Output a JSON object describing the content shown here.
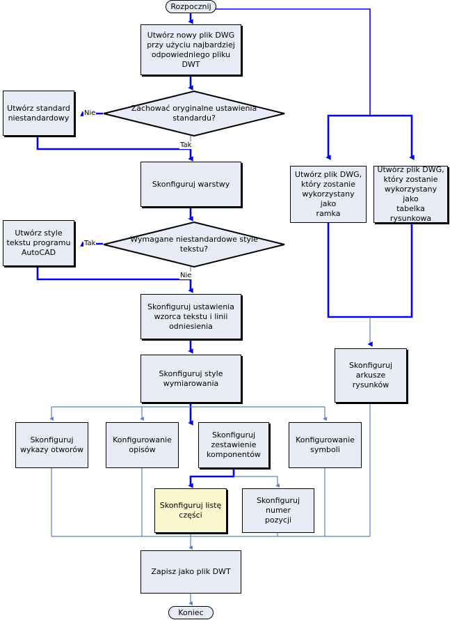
{
  "diagram": {
    "title": "Przeplyw pracy tworzenia pliku DWT",
    "type": "flowchart",
    "colors": {
      "node_fill": "#e8ecf7",
      "node_highlight_fill": "#fbf8cd",
      "node_border": "#000000",
      "edge_primary": "#0000ee",
      "edge_secondary": "#5a7fbf",
      "background": "#ffffff"
    }
  },
  "nodes": [
    {
      "id": "start",
      "shape": "terminator",
      "label": "Rozpocznij"
    },
    {
      "id": "create_dwg",
      "shape": "process",
      "label": "Utwórz nowy plik DWG\nprzy użyciu najbardziej\nodpowiedniego pliku\nDWT"
    },
    {
      "id": "keep_std",
      "shape": "decision",
      "label": "Zachować oryginalne ustawienia\nstandardu?"
    },
    {
      "id": "custom_std",
      "shape": "process",
      "label": "Utwórz standard\nniestandardowy"
    },
    {
      "id": "layers",
      "shape": "process",
      "label": "Skonfiguruj warstwy"
    },
    {
      "id": "text_styles_q",
      "shape": "decision",
      "label": "Wymagane niestandardowe style\ntekstu?"
    },
    {
      "id": "acad_styles",
      "shape": "process",
      "label": "Utwórz style\ntekstu programu\nAutoCAD"
    },
    {
      "id": "frame_dwg",
      "shape": "process",
      "label": "Utwórz plik DWG,\nktóry zostanie\nwykorzystany jako\nramka"
    },
    {
      "id": "title_dwg",
      "shape": "process",
      "label": "Utwórz plik DWG,\nktóry zostanie\nwykorzystany jako\ntabelka rysunkowa"
    },
    {
      "id": "sheets",
      "shape": "process",
      "label": "Skonfiguruj\narkusze rysunków"
    },
    {
      "id": "text_leader",
      "shape": "process",
      "label": "Skonfiguruj ustawienia\nwzorca tekstu i linii\nodniesienia"
    },
    {
      "id": "dim_styles",
      "shape": "process",
      "label": "Skonfiguruj style\nwymiarowania"
    },
    {
      "id": "hole_tables",
      "shape": "process",
      "label": "Skonfiguruj\nwykazy otworów"
    },
    {
      "id": "annotations",
      "shape": "process",
      "label": "Konfigurowanie\nopisów"
    },
    {
      "id": "bom",
      "shape": "process",
      "label": "Skonfiguruj\nzestawienie\nkomponentów"
    },
    {
      "id": "symbols",
      "shape": "process",
      "label": "Konfigurowanie\nsymboli"
    },
    {
      "id": "parts_list",
      "shape": "process",
      "label": "Skonfiguruj listę\nczęści"
    },
    {
      "id": "balloon",
      "shape": "process",
      "label": "Skonfiguruj numer\npozycji"
    },
    {
      "id": "save_dwt",
      "shape": "process",
      "label": "Zapisz jako plik DWT"
    },
    {
      "id": "end",
      "shape": "terminator",
      "label": "Koniec"
    }
  ],
  "edge_labels": [
    {
      "id": "keep_std_no",
      "label": "Nie"
    },
    {
      "id": "keep_std_yes",
      "label": "Tak"
    },
    {
      "id": "text_yes",
      "label": "Tak"
    },
    {
      "id": "text_no",
      "label": "Nie"
    }
  ]
}
